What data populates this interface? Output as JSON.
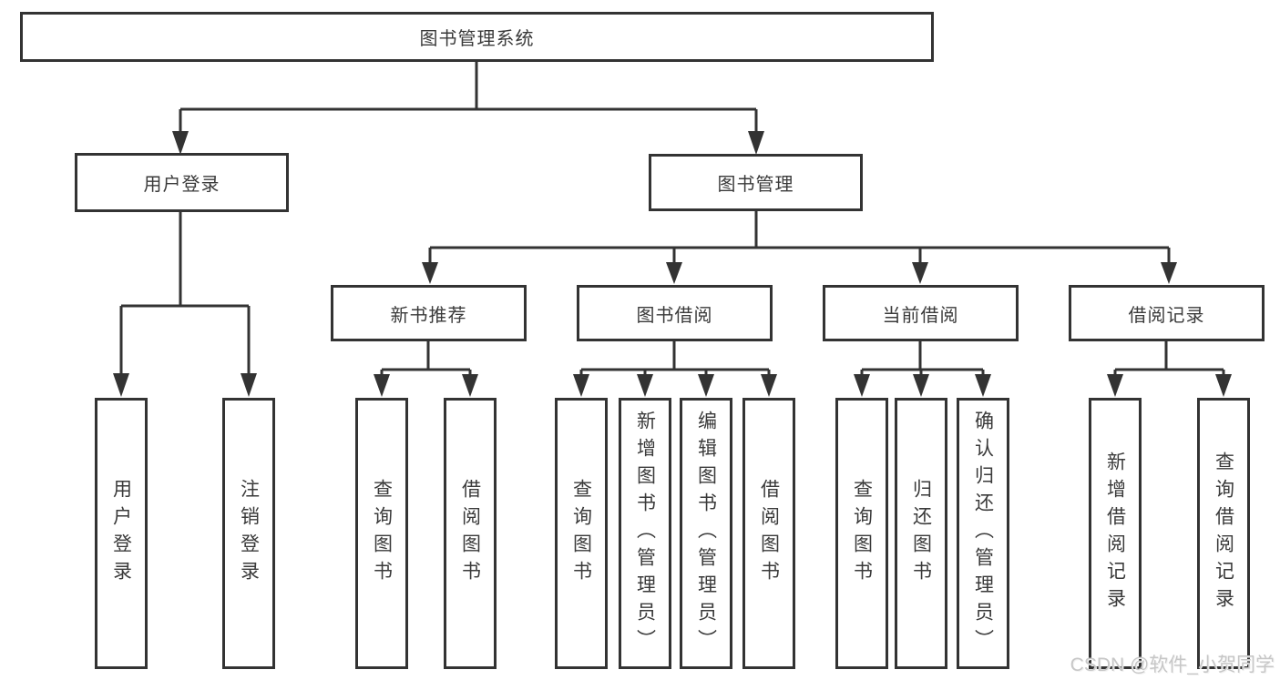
{
  "diagram": {
    "title_node": {
      "label": "图书管理系统"
    },
    "nodes": {
      "root": {
        "label": "图书管理系统"
      },
      "user_login": {
        "label": "用户登录"
      },
      "book_management": {
        "label": "图书管理"
      },
      "new_book_recommend": {
        "label": "新书推荐"
      },
      "book_borrowing": {
        "label": "图书借阅"
      },
      "current_borrowing": {
        "label": "当前借阅"
      },
      "borrowing_records": {
        "label": "借阅记录"
      },
      "leaf_user_login": {
        "label": "用户登录"
      },
      "leaf_logout": {
        "label": "注销登录"
      },
      "leaf_query_books_1": {
        "label": "查询图书"
      },
      "leaf_borrow_books_1": {
        "label": "借阅图书"
      },
      "leaf_query_books_2": {
        "label": "查询图书"
      },
      "leaf_add_books": {
        "label": "新增图书（管理员）"
      },
      "leaf_edit_books": {
        "label": "编辑图书（管理员）"
      },
      "leaf_borrow_books_2": {
        "label": "借阅图书"
      },
      "leaf_query_books_3": {
        "label": "查询图书"
      },
      "leaf_return_books": {
        "label": "归还图书"
      },
      "leaf_confirm_return": {
        "label": "确认归还（管理员）"
      },
      "leaf_add_borrow_record": {
        "label": "新增借阅记录"
      },
      "leaf_query_borrow_record": {
        "label": "查询借阅记录"
      }
    },
    "colors": {
      "line": "#333333",
      "text": "#3a3a3a",
      "background": "#ffffff",
      "watermark": "#c7c7c7"
    }
  },
  "watermark": {
    "text": "CSDN @软件_小贺同学"
  }
}
